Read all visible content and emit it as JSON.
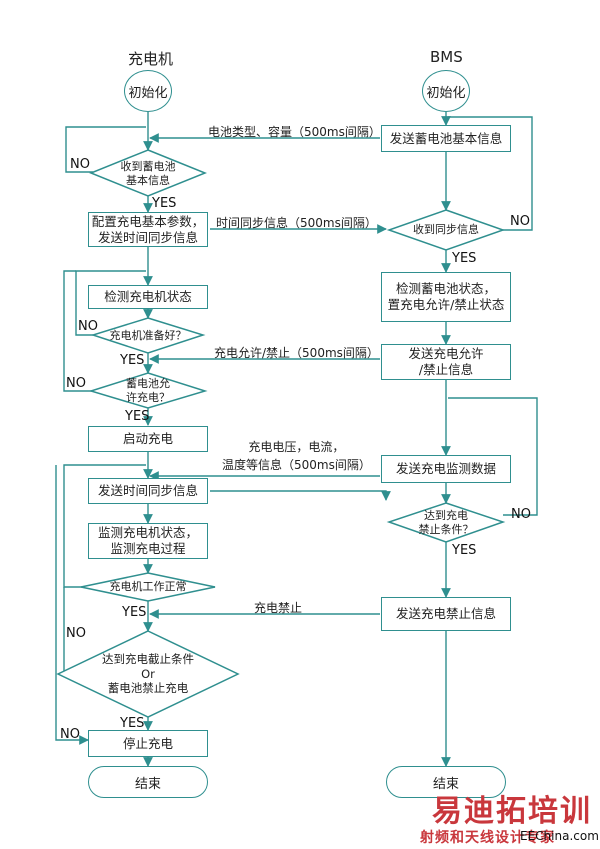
{
  "headers": {
    "charger": "充电机",
    "bms": "BMS"
  },
  "charger": {
    "init": "初始化",
    "d_received": "收到蓄电池\n基本信息",
    "b_config": "配置充电基本参数，\n发送时间同步信息",
    "b_detect": "检测充电机状态",
    "d_ready": "充电机准备好？",
    "d_allow": "蓄电池允\n许充电？",
    "b_start": "启动充电",
    "b_sync": "发送时间同步信息",
    "b_monitor": "监测充电机状态，\n监测充电过程",
    "d_normal": "充电机工作正常",
    "d_cutoff": "达到充电截止条件\nOr\n蓄电池禁止充电",
    "b_stop": "停止充电",
    "end": "结束"
  },
  "bms": {
    "init": "初始化",
    "b_send_basic": "发送蓄电池基本信息",
    "d_sync": "收到同步信息",
    "b_check": "检测蓄电池状态，\n置充电允许/禁止状态",
    "b_send_allow": "发送充电允许\n/禁止信息",
    "b_send_monitor": "发送充电监测数据",
    "d_stop_cond": "达到充电\n禁止条件？",
    "b_send_stop": "发送充电禁止信息",
    "end": "结束"
  },
  "messages": {
    "battery_info": "电池类型、容量（500ms间隔）",
    "time_sync": "时间同步信息（500ms间隔）",
    "allow_deny": "充电允许/禁止（500ms间隔）",
    "charge_data": "充电电压，电流，\n温度等信息（500ms间隔）",
    "charge_stop": "充电禁止"
  },
  "labels": {
    "yes": "YES",
    "no": "NO",
    "or": "Or"
  },
  "watermark": {
    "brand": "易迪拓培训",
    "slogan": "射频和天线设计专家",
    "url": "EEChina.com"
  },
  "colors": {
    "stroke": "#2f8f8f",
    "arrow": "#2f8f8f",
    "watermark": "#c9373c"
  }
}
